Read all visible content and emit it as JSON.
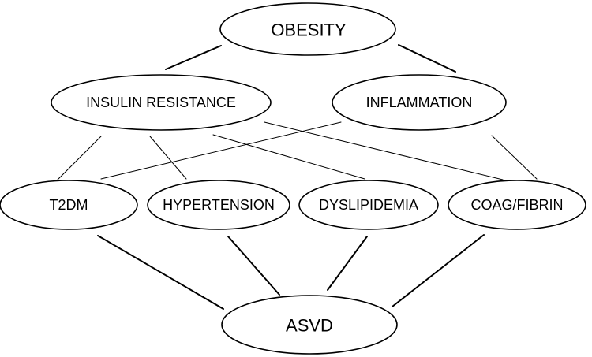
{
  "nodes": {
    "obesity": "OBESITY",
    "insulin_resistance": "INSULIN RESISTANCE",
    "inflammation": "INFLAMMATION",
    "t2dm": "T2DM",
    "hypertension": "HYPERTENSION",
    "dyslipidemia": "DYSLIPIDEMIA",
    "coag_fibrin": "COAG/FIBRIN",
    "asvd": "ASVD"
  },
  "edges": [
    {
      "from": "obesity",
      "to": "insulin_resistance"
    },
    {
      "from": "obesity",
      "to": "inflammation"
    },
    {
      "from": "insulin_resistance",
      "to": "t2dm"
    },
    {
      "from": "insulin_resistance",
      "to": "hypertension"
    },
    {
      "from": "insulin_resistance",
      "to": "dyslipidemia"
    },
    {
      "from": "insulin_resistance",
      "to": "coag_fibrin"
    },
    {
      "from": "inflammation",
      "to": "t2dm"
    },
    {
      "from": "inflammation",
      "to": "coag_fibrin"
    },
    {
      "from": "t2dm",
      "to": "asvd"
    },
    {
      "from": "hypertension",
      "to": "asvd"
    },
    {
      "from": "dyslipidemia",
      "to": "asvd"
    },
    {
      "from": "coag_fibrin",
      "to": "asvd"
    }
  ],
  "colors": {
    "stroke": "#000000",
    "fill": "#ffffff",
    "text": "#000000"
  }
}
